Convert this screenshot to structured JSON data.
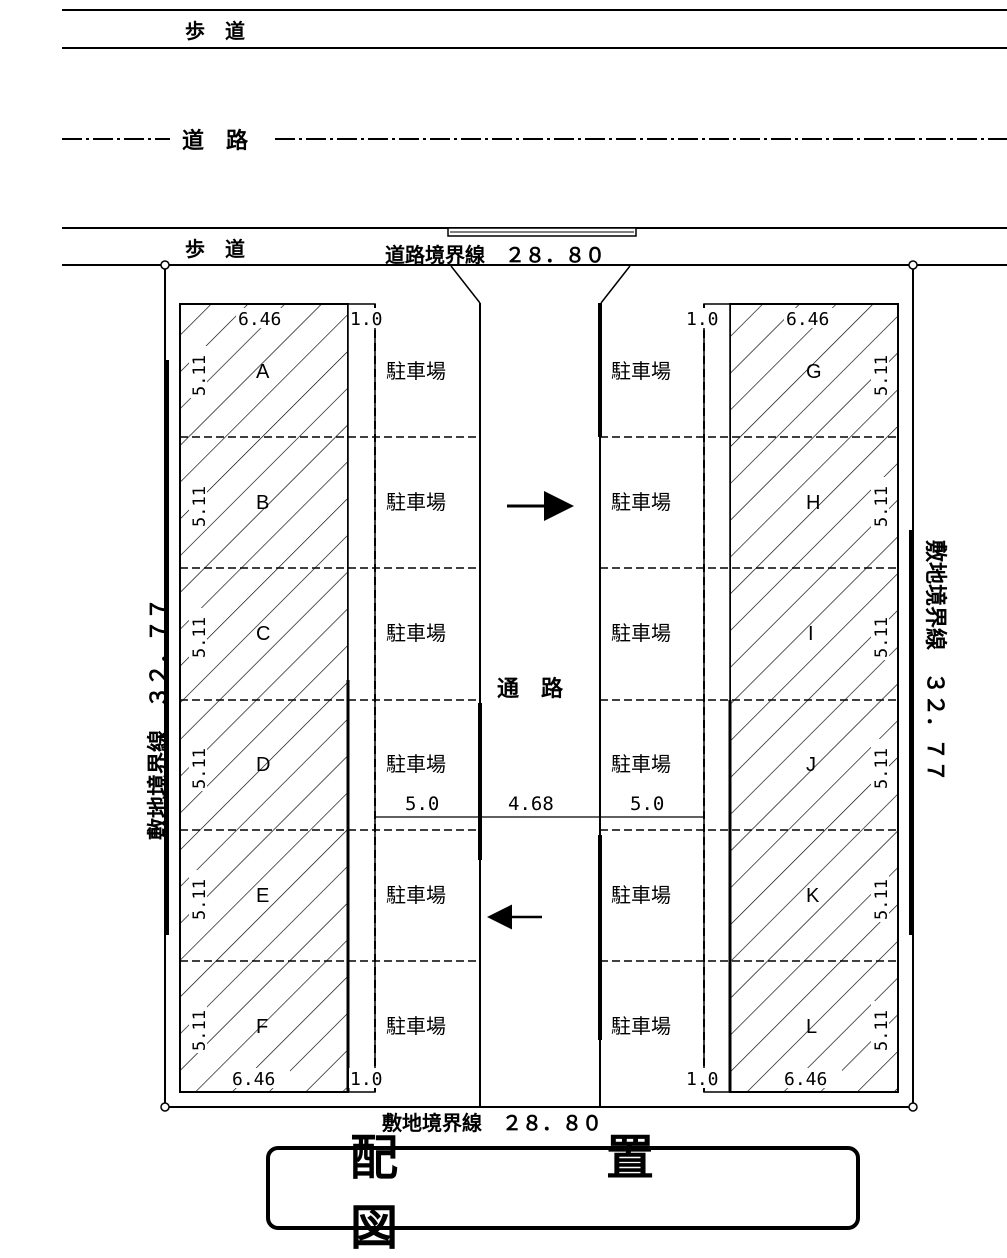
{
  "road_labels": {
    "sidewalk_top": "歩　道",
    "road": "道　路",
    "sidewalk_bottom": "歩　道"
  },
  "boundaries": {
    "road_boundary": "道路境界線　２８．８０",
    "site_boundary_bottom": "敷地境界線　２８．８０",
    "site_boundary_left": "敷地境界線　３２．７７",
    "site_boundary_right": "敷地境界線　３２．７７"
  },
  "dimensions": {
    "lot_width": "6.46",
    "lot_depth": "5.11",
    "buffer": "1.0",
    "parking_width": "5.0",
    "aisle_width": "4.68"
  },
  "lots_left": [
    "A",
    "B",
    "C",
    "D",
    "E",
    "F"
  ],
  "lots_right": [
    "G",
    "H",
    "I",
    "J",
    "K",
    "L"
  ],
  "parking_label": "駐車場",
  "aisle_label": "通　路",
  "title": "配　置　図"
}
